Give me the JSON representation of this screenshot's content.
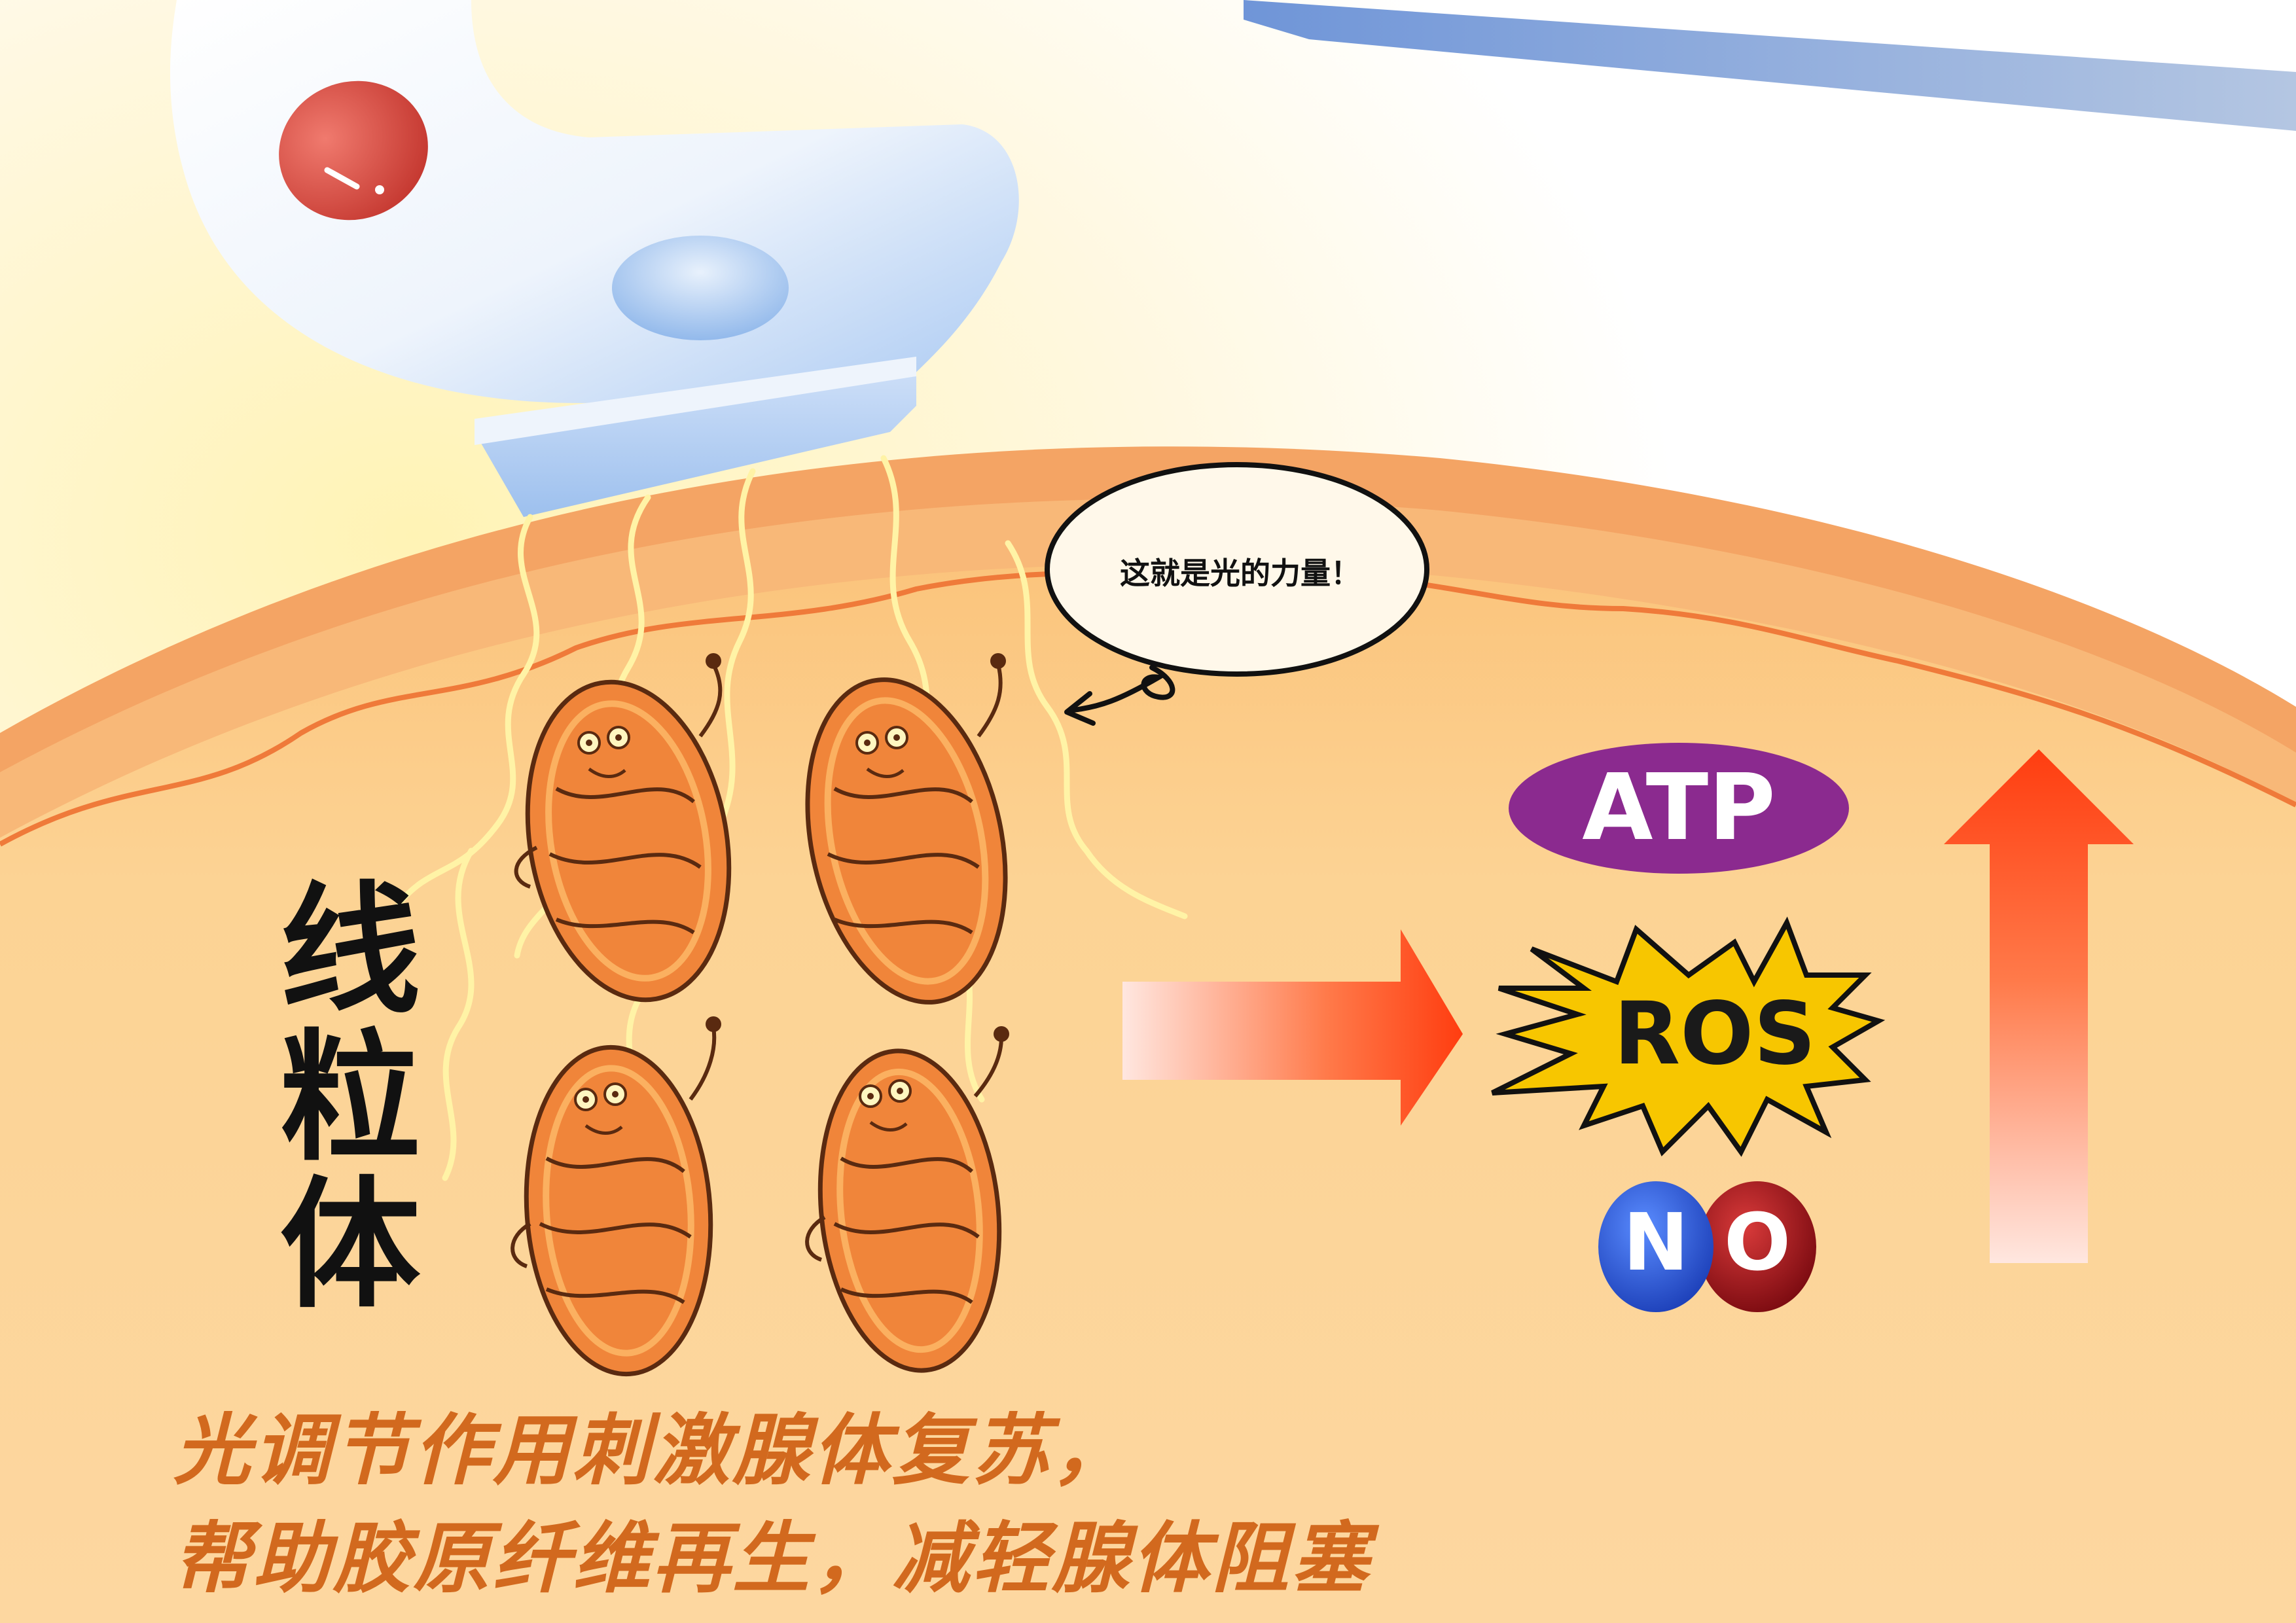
{
  "labels": {
    "mitochondria": [
      "线",
      "粒",
      "体"
    ],
    "speech_bubble": "这就是光的力量！",
    "atp": "ATP",
    "ros": "ROS",
    "no_n": "N",
    "no_o": "O"
  },
  "caption": {
    "line1": "光调节作用刺激腺体复苏，",
    "line2": "帮助胶原纤维再生，减轻腺体阻塞"
  },
  "colors": {
    "tissue": "#fbd09a",
    "membrane": "#f7a15e",
    "mitochondrion": "#f0853a",
    "atp_ellipse": "#8b2a8f",
    "ros_star": "#f7c600",
    "nitrogen": "#2456d6",
    "oxygen": "#b0141c",
    "arrow": "#ff4a1c",
    "caption": "#d2691e",
    "device": "#a9c8f0"
  }
}
